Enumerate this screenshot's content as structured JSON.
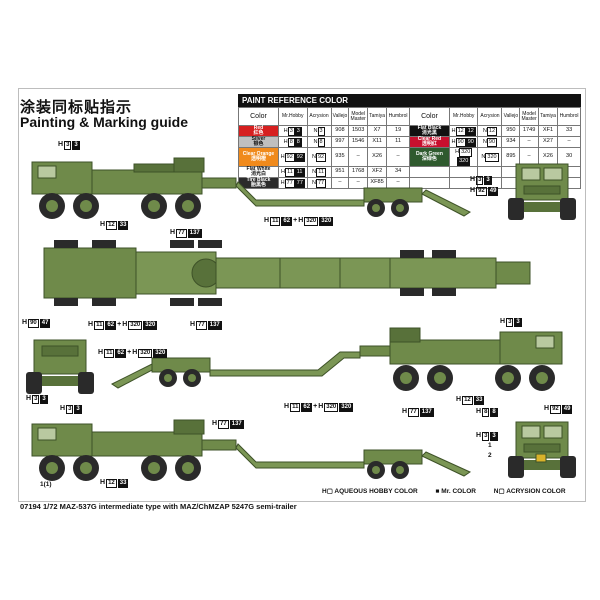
{
  "title_cn": "涂装同标贴指示",
  "title_en": "Painting & Marking guide",
  "paint_table": {
    "heading": "PAINT REFERENCE COLOR",
    "headers": [
      "Color",
      "Mr.Hobby",
      "Acrysion",
      "Vallejo",
      "Model Master",
      "Tamiya",
      "Humbrol"
    ],
    "left": [
      {
        "name": "Red",
        "cn": "红色",
        "bg": "#d61f1f",
        "fg": "#ffffff",
        "h": "3",
        "n": "3",
        "vallejo": "908",
        "mm": "1503",
        "tamiya": "X7",
        "humbrol": "19"
      },
      {
        "name": "Silver",
        "cn": "银色",
        "bg": "#bfbfbf",
        "fg": "#111111",
        "h": "8",
        "n": "8",
        "vallejo": "997",
        "mm": "1546",
        "tamiya": "X11",
        "humbrol": "11"
      },
      {
        "name": "Clear Orange",
        "cn": "透明橙",
        "bg": "#f08a1c",
        "fg": "#ffffff",
        "h": "92",
        "n": "92",
        "vallejo": "935",
        "mm": "–",
        "tamiya": "X26",
        "humbrol": "–"
      },
      {
        "name": "Flat White",
        "cn": "消光白",
        "bg": "#ffffff",
        "fg": "#111111",
        "h": "11",
        "n": "11",
        "vallejo": "951",
        "mm": "1768",
        "tamiya": "XF2",
        "humbrol": "34"
      },
      {
        "name": "Tire Black",
        "cn": "胎黑色",
        "bg": "#2b2b2b",
        "fg": "#ffffff",
        "h": "77",
        "n": "77",
        "vallejo": "–",
        "mm": "–",
        "tamiya": "XF85",
        "humbrol": "–"
      }
    ],
    "right": [
      {
        "name": "Flat Black",
        "cn": "消光黑",
        "bg": "#111111",
        "fg": "#ffffff",
        "h": "12",
        "n": "12",
        "vallejo": "950",
        "mm": "1749",
        "tamiya": "XF1",
        "humbrol": "33"
      },
      {
        "name": "Clear Red",
        "cn": "透明红",
        "bg": "#c8102e",
        "fg": "#ffffff",
        "h": "90",
        "n": "90",
        "vallejo": "934",
        "mm": "–",
        "tamiya": "X27",
        "humbrol": "–"
      },
      {
        "name": "Dark Green",
        "cn": "深绿色",
        "bg": "#2f5a2e",
        "fg": "#ffffff",
        "h": "320",
        "n": "320",
        "vallejo": "895",
        "mm": "–",
        "tamiya": "X26",
        "humbrol": "30"
      }
    ]
  },
  "labels": {
    "side1_top": {
      "h": "3",
      "n": "3"
    },
    "side1_a": {
      "h": "12",
      "n": "33"
    },
    "side1_b": {
      "h": "77",
      "n": "137"
    },
    "side1_c": {
      "h": "11",
      "n": "62",
      "h2": "320",
      "n2": "320"
    },
    "front1_a": {
      "h": "3",
      "n": "3"
    },
    "front1_b": {
      "h": "92",
      "n": "49"
    },
    "top_a": {
      "h": "90",
      "n": "47"
    },
    "top_b": {
      "h": "11",
      "n": "62",
      "h2": "320",
      "n2": "320"
    },
    "top_c": {
      "h": "77",
      "n": "137"
    },
    "side2_a": {
      "h": "11",
      "n": "62",
      "h2": "320",
      "n2": "320"
    },
    "side2_b": {
      "h": "11",
      "n": "62",
      "h2": "320",
      "n2": "320"
    },
    "side2_c": {
      "h": "77",
      "n": "137"
    },
    "side2_d": {
      "h": "12",
      "n": "33"
    },
    "side2_e": {
      "h": "3",
      "n": "3"
    },
    "rear_a": {
      "h": "3",
      "n": "3"
    },
    "side3_a": {
      "h": "3",
      "n": "3"
    },
    "side3_b": {
      "h": "77",
      "n": "137"
    },
    "side3_c": {
      "h": "12",
      "n": "33"
    },
    "front2_a": {
      "h": "8",
      "n": "8"
    },
    "front2_b": {
      "h": "92",
      "n": "49"
    },
    "front2_c": {
      "h": "3",
      "n": "3"
    }
  },
  "callouts": {
    "n1": "1",
    "n2": "2",
    "n1b": "1(1)"
  },
  "legend": {
    "aqueous": "AQUEOUS HOBBY COLOR",
    "mr": "Mr. COLOR",
    "acrysion": "ACRYSION COLOR",
    "h_mark": "H",
    "n_mark": "N"
  },
  "caption": "07194 1/72 MAZ-537G intermediate type with MAZ/ChMZAP 5247G semi-trailer",
  "colors": {
    "olive": "#6f8a4a",
    "olive_dark": "#4d6633",
    "olive_light": "#8ea765",
    "tire": "#2a2a2a"
  }
}
